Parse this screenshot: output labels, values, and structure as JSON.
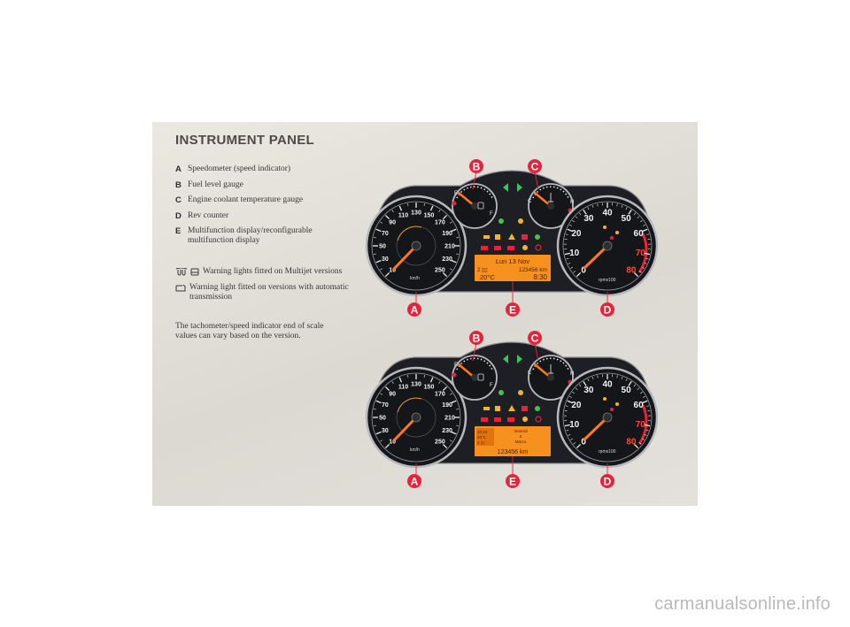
{
  "title": "INSTRUMENT PANEL",
  "legend": [
    {
      "letter": "A",
      "text": "Speedometer (speed indicator)"
    },
    {
      "letter": "B",
      "text": "Fuel level gauge"
    },
    {
      "letter": "C",
      "text": "Engine coolant temperature gauge"
    },
    {
      "letter": "D",
      "text": "Rev counter"
    },
    {
      "letter": "E",
      "text": "Multifunction display/reconfigurable multifunction display"
    }
  ],
  "notes": [
    {
      "icons": [
        "glow-plug-icon",
        "water-in-fuel-icon"
      ],
      "text": "Warning lights fitted on Multijet versions"
    },
    {
      "icons": [
        "gearbox-failure-icon"
      ],
      "text": "Warning light fitted on versions with automatic transmission"
    }
  ],
  "footer": "The tachometer/speed indicator end of scale values can vary based on the version.",
  "cluster": {
    "callouts": {
      "a": "A",
      "b": "B",
      "c": "C",
      "d": "D",
      "e": "E"
    },
    "speedo_ticks": [
      "10",
      "30",
      "50",
      "70",
      "90",
      "110",
      "130",
      "150",
      "170",
      "190",
      "210",
      "230",
      "250"
    ],
    "speedo_unit": "km/h",
    "rev_ticks": [
      "0",
      "10",
      "20",
      "30",
      "40",
      "50",
      "60",
      "70",
      "80"
    ],
    "rev_unit": "rpmx100",
    "fuel_labels": [
      "E",
      "F"
    ],
    "temp_labels": [
      "C",
      "H"
    ],
    "display1": {
      "line1": "Lun 13 Nov",
      "line2_left": "2 ▯▯",
      "line2_right": "123456 km",
      "line3_left": "20°C",
      "line3_right": "8:30"
    },
    "display2": {
      "left": [
        "10:24",
        "20°C",
        "2 ▯▯"
      ],
      "right": [
        "Venerdi",
        "5",
        "Marzo"
      ],
      "odo": "123456 km"
    }
  },
  "watermark": "carmanualsonline.info",
  "colors": {
    "callout": "#e5243b",
    "accent": "#ff8a1f",
    "cluster_face": "#1e1f24",
    "lcd": "#f6901e"
  }
}
